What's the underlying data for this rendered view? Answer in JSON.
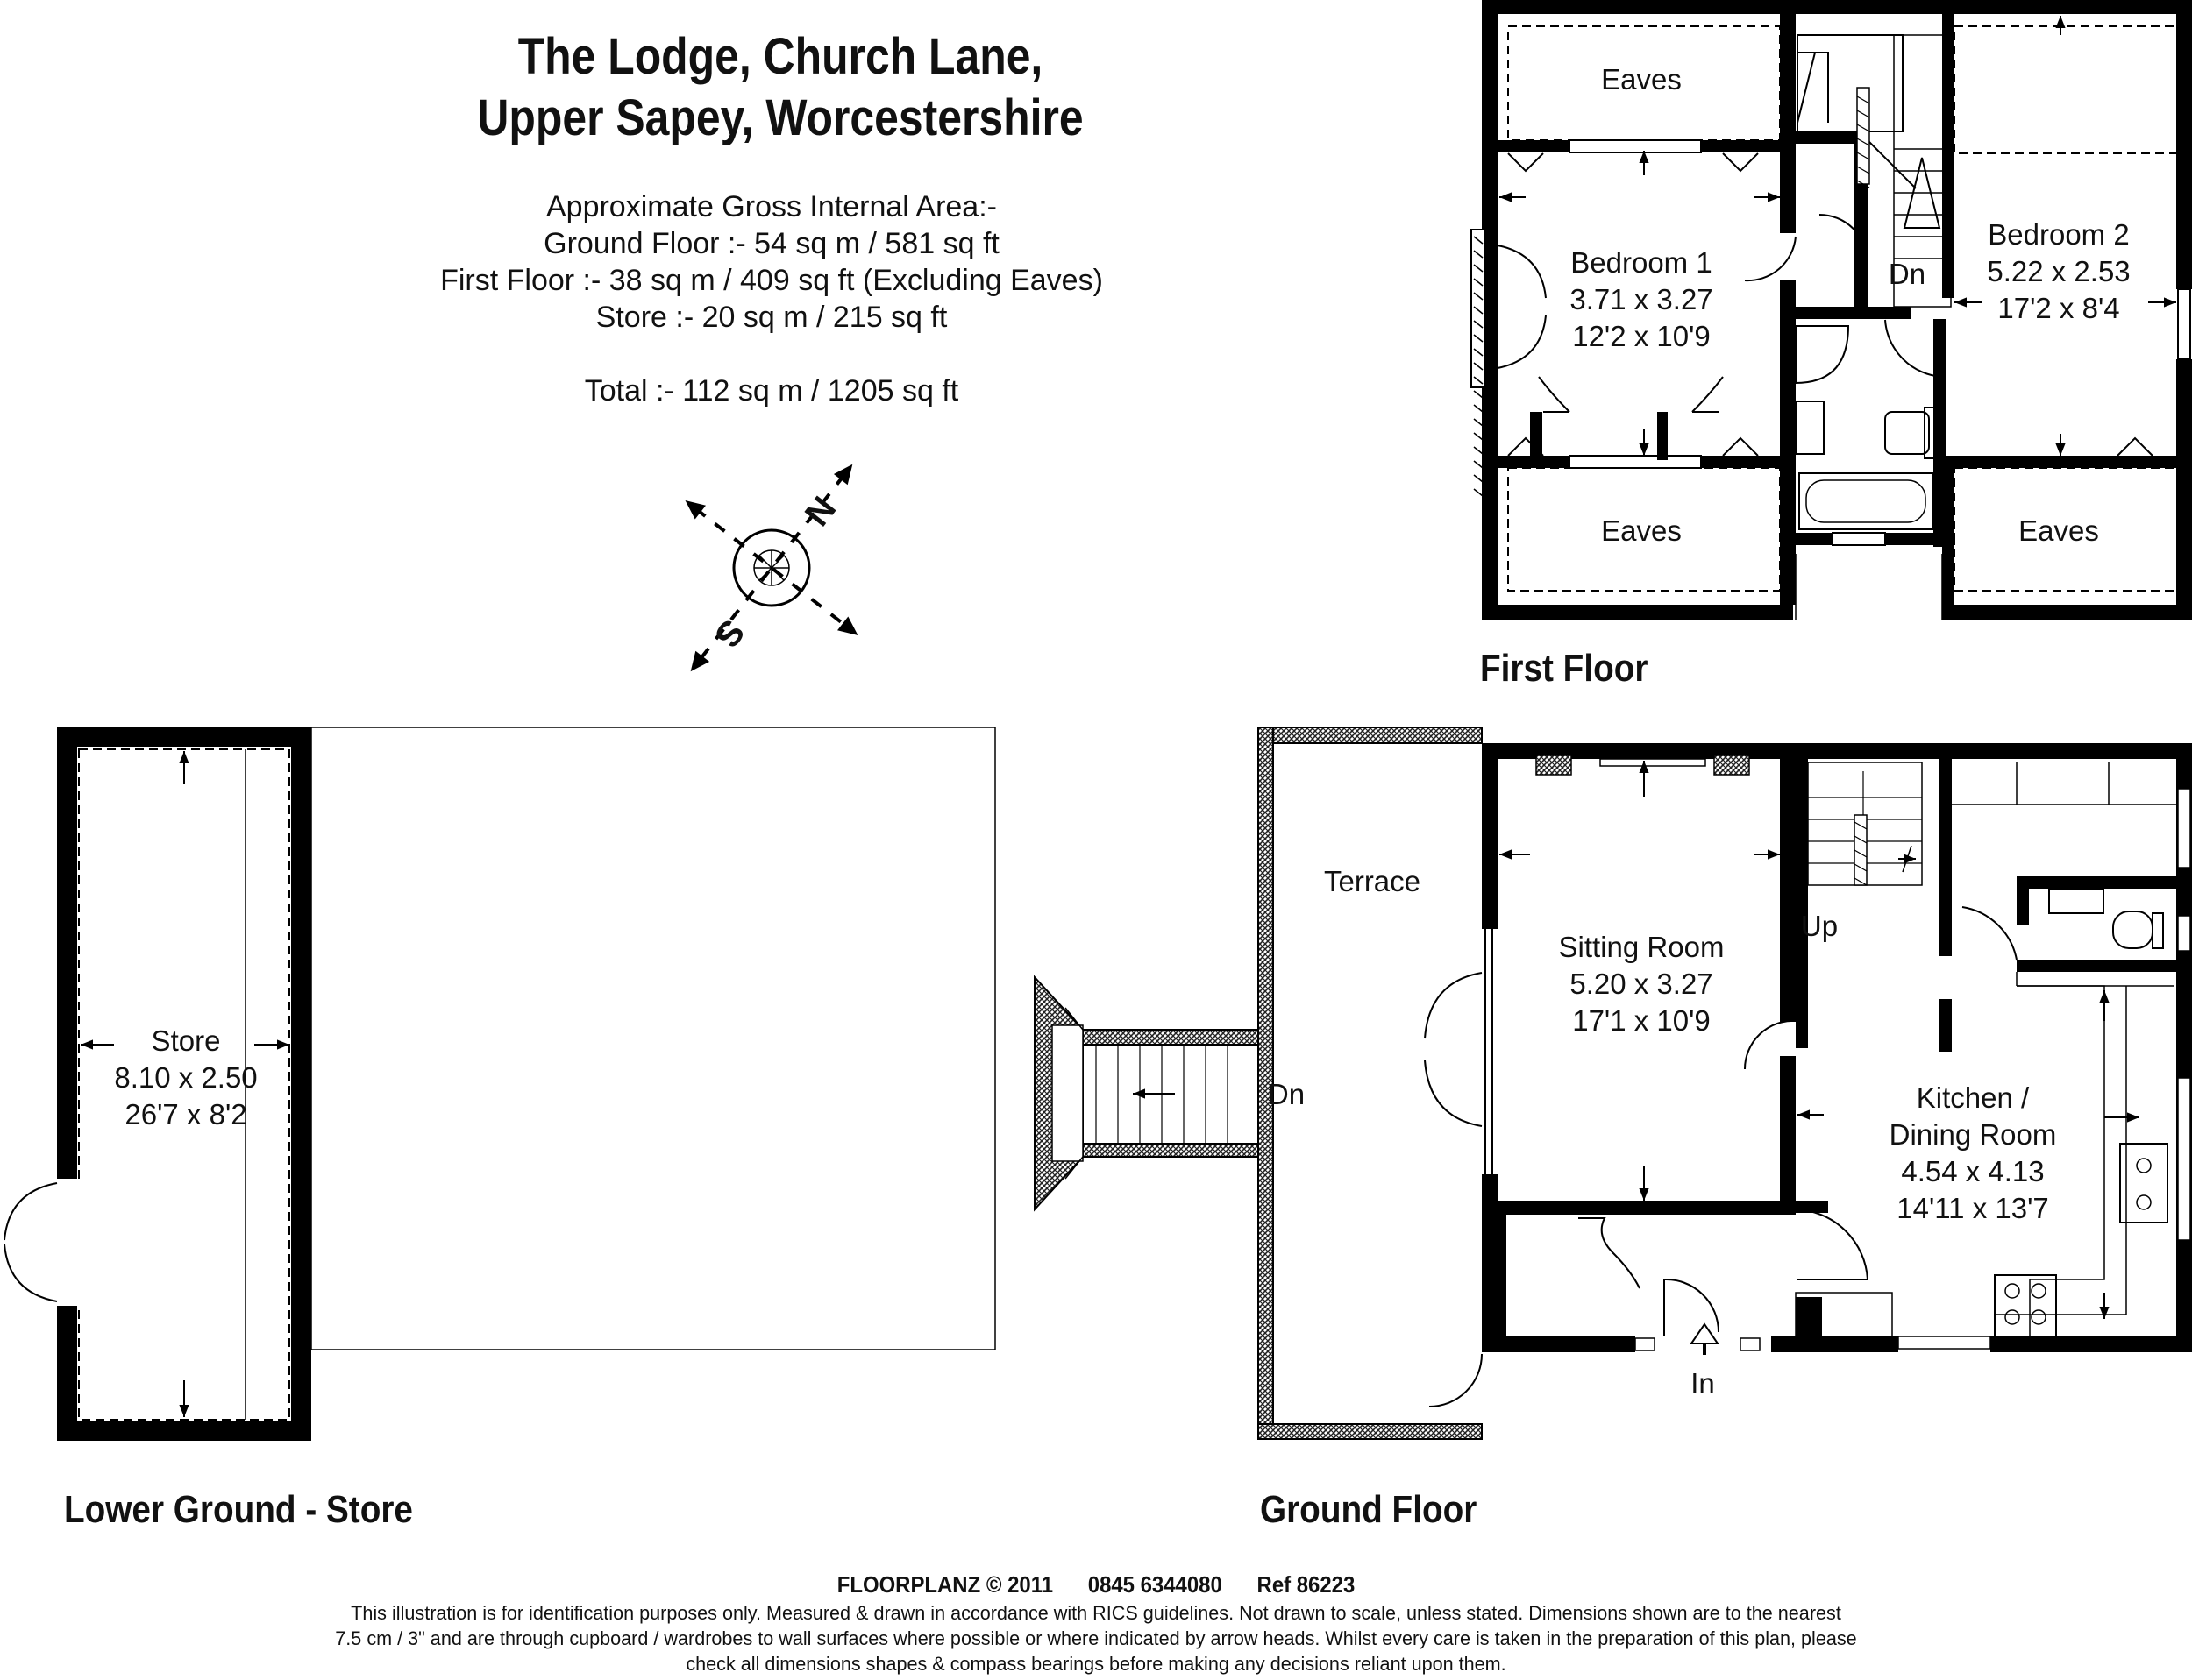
{
  "title": {
    "line1": "The Lodge, Church Lane,",
    "line2": "Upper Sapey, Worcestershire"
  },
  "area": {
    "heading": "Approximate Gross Internal Area:-",
    "ground": "Ground Floor :- 54 sq m / 581 sq ft",
    "first": "First Floor :- 38 sq m / 409 sq ft (Excluding Eaves)",
    "store": "Store :- 20 sq m / 215 sq ft",
    "total": "Total :- 112 sq m / 1205 sq ft"
  },
  "floors": {
    "first": "First Floor",
    "ground": "Ground Floor",
    "lower": "Lower Ground - Store"
  },
  "rooms": {
    "bedroom1": {
      "name": "Bedroom 1",
      "metric": "3.71 x 3.27",
      "imperial": "12'2 x 10'9"
    },
    "bedroom2": {
      "name": "Bedroom 2",
      "metric": "5.22 x 2.53",
      "imperial": "17'2 x 8'4"
    },
    "sitting": {
      "name": "Sitting Room",
      "metric": "5.20 x 3.27",
      "imperial": "17'1 x 10'9"
    },
    "kitchen": {
      "name1": "Kitchen /",
      "name2": "Dining Room",
      "metric": "4.54 x 4.13",
      "imperial": "14'11 x 13'7"
    },
    "store": {
      "name": "Store",
      "metric": "8.10 x 2.50",
      "imperial": "26'7 x 8'2"
    }
  },
  "labels": {
    "eaves": "Eaves",
    "terrace": "Terrace",
    "dn": "Dn",
    "up": "Up",
    "in": "In",
    "north": "N",
    "south": "S"
  },
  "footer": {
    "brand": "FLOORPLANZ © 2011",
    "phone": "0845 6344080",
    "ref": "Ref   86223",
    "disclaimer1": "This illustration is for identification purposes only. Measured & drawn in accordance with RICS guidelines. Not drawn to scale, unless stated. Dimensions shown are to the nearest",
    "disclaimer2": "7.5 cm / 3\" and are through cupboard / wardrobes to wall surfaces where possible or where indicated by arrow heads. Whilst every care is taken in the preparation of this plan, please",
    "disclaimer3": "check all dimensions shapes & compass bearings before making any decisions reliant upon them."
  }
}
